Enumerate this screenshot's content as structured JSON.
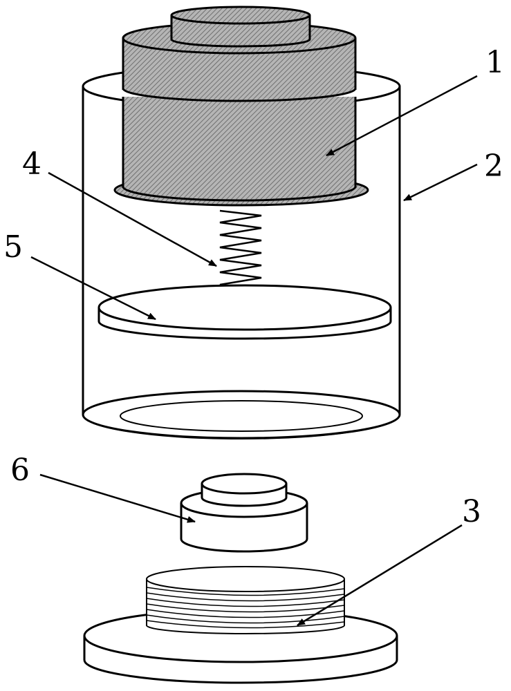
{
  "figure": {
    "labels": {
      "part1": "1",
      "part2": "2",
      "part3": "3",
      "part4": "4",
      "part5": "5",
      "part6": "6"
    },
    "hatch_color": "#8a8a8a"
  }
}
